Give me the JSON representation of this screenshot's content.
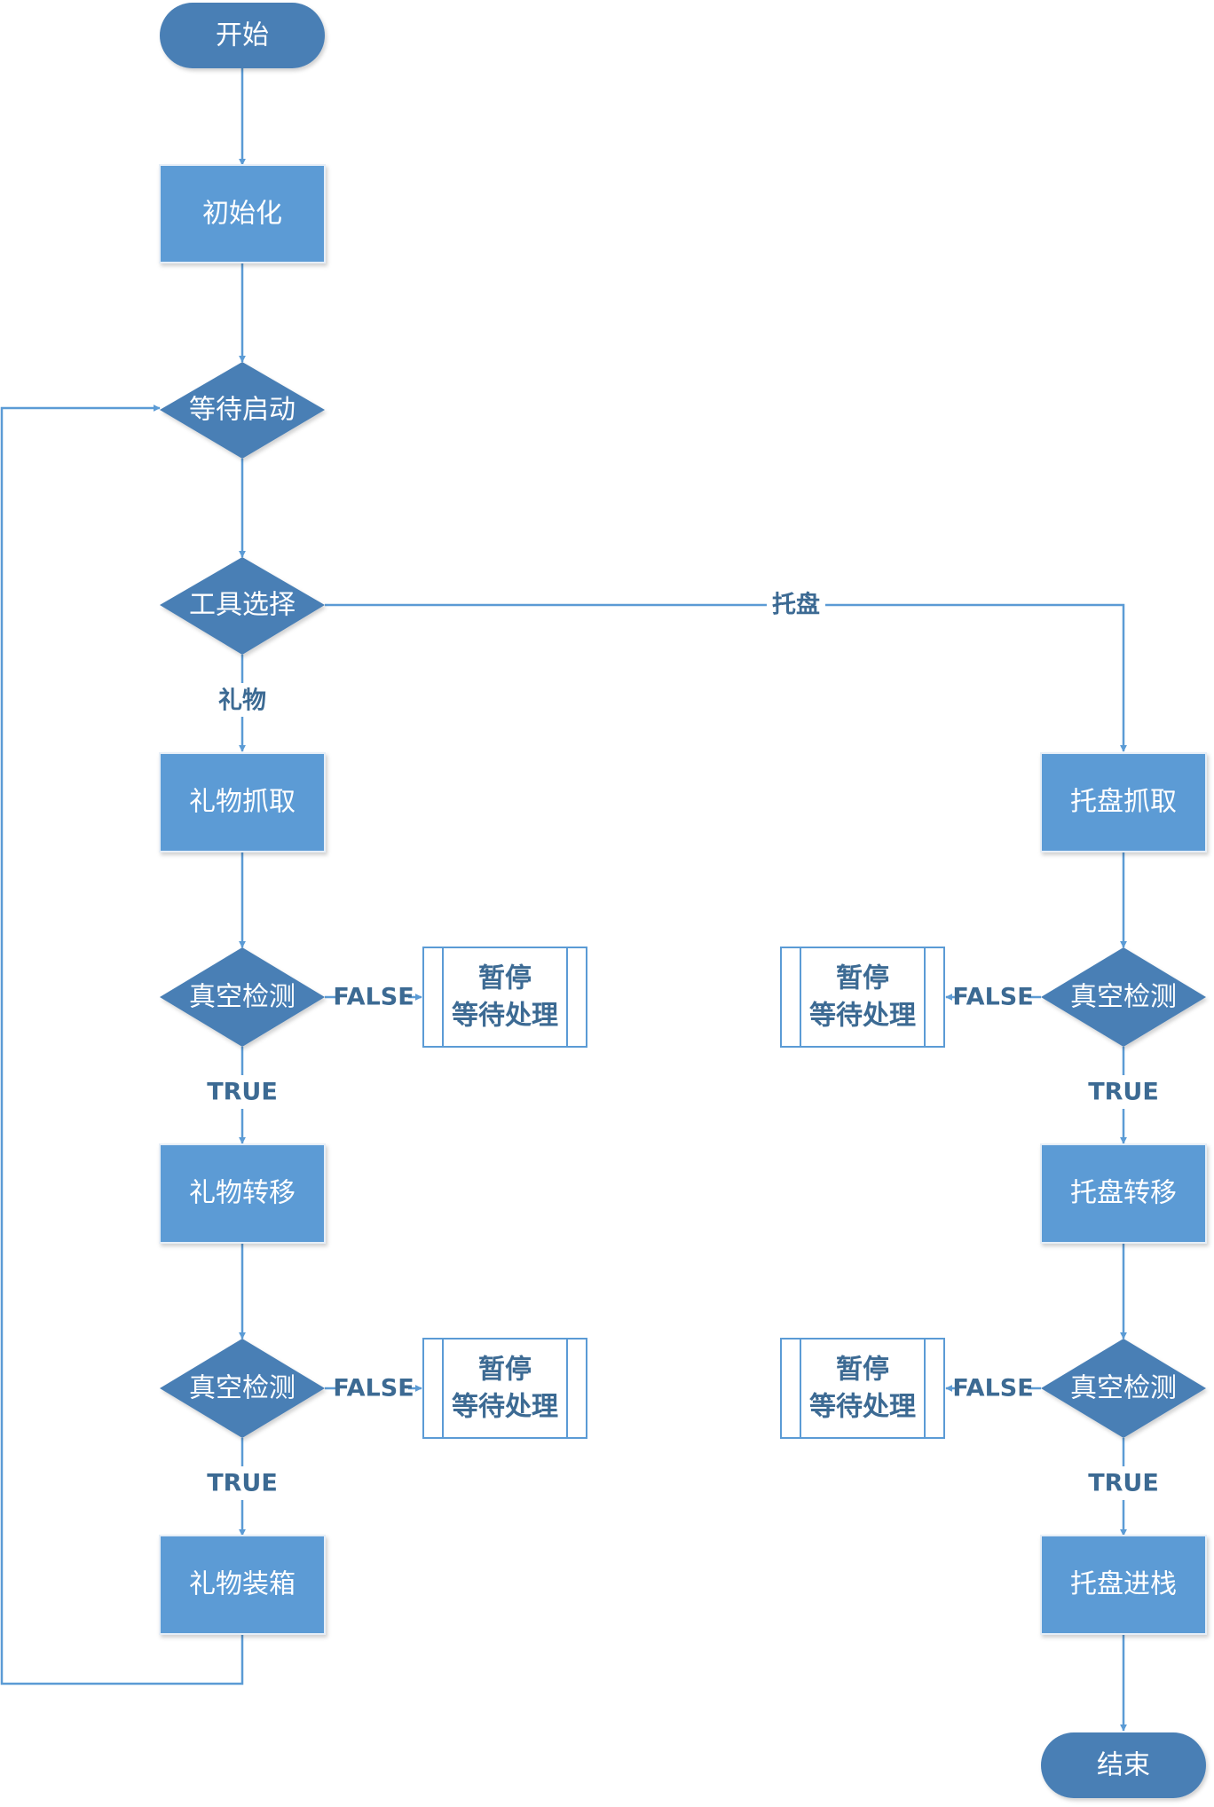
{
  "nodes": {
    "start": "开始",
    "init": "初始化",
    "wait_start": "等待启动",
    "tool_select": "工具选择",
    "gift_grab": "礼物抓取",
    "gift_vac1": "真空检测",
    "gift_pause1_l1": "暂停",
    "gift_pause1_l2": "等待处理",
    "gift_transfer": "礼物转移",
    "gift_vac2": "真空检测",
    "gift_pause2_l1": "暂停",
    "gift_pause2_l2": "等待处理",
    "gift_box": "礼物装箱",
    "tray_grab": "托盘抓取",
    "tray_vac1": "真空检测",
    "tray_pause1_l1": "暂停",
    "tray_pause1_l2": "等待处理",
    "tray_transfer": "托盘转移",
    "tray_vac2": "真空检测",
    "tray_pause2_l1": "暂停",
    "tray_pause2_l2": "等待处理",
    "tray_stack": "托盘进栈",
    "end": "结束"
  },
  "edges": {
    "gift": "礼物",
    "tray": "托盘",
    "false": "FALSE",
    "true": "TRUE"
  },
  "colors": {
    "process_fill": "#5b9bd5",
    "decision_fill": "#4a7fb5",
    "terminal_fill": "#4a7fb5",
    "line": "#5b9bd5",
    "subprocess_border": "#5b9bd5",
    "label_text": "#3c6a93"
  }
}
